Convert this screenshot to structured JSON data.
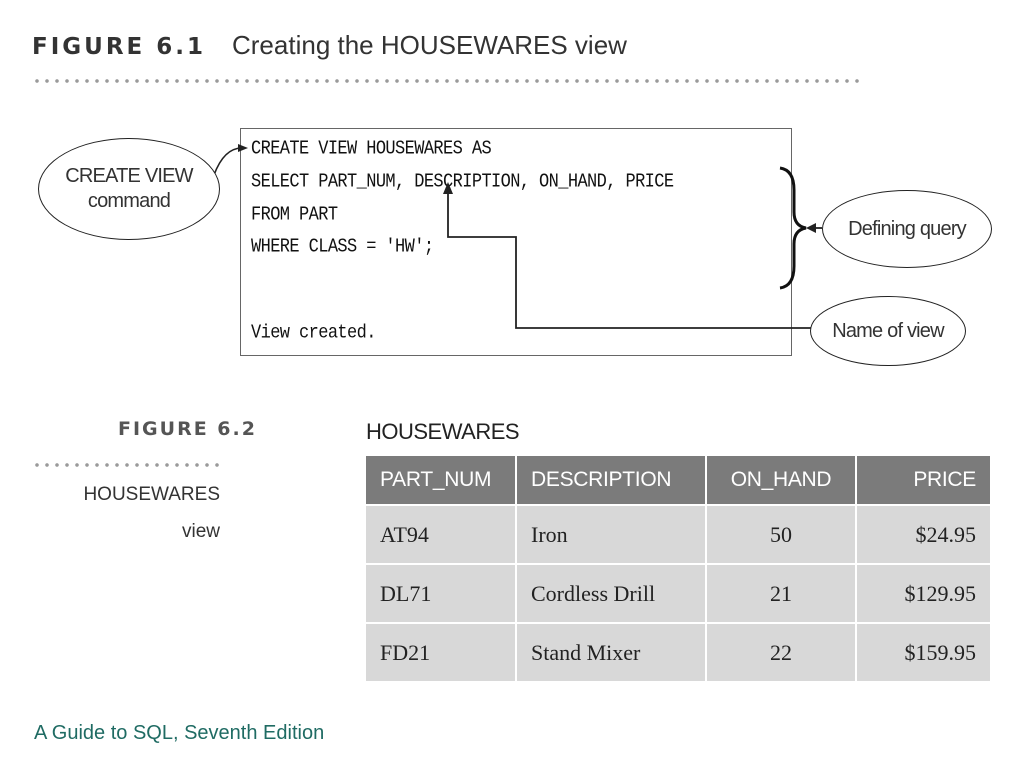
{
  "figure1": {
    "number": "FIGURE 6.1",
    "caption": "Creating the HOUSEWARES view",
    "code_lines": [
      "CREATE VIEW HOUSEWARES AS",
      "SELECT PART_NUM, DESCRIPTION, ON_HAND, PRICE",
      "FROM PART",
      "WHERE CLASS = 'HW';",
      "",
      "View created."
    ],
    "callouts": {
      "create_view_line1": "CREATE VIEW",
      "create_view_line2": "command",
      "defining_query": "Defining query",
      "name_of_view": "Name of view"
    }
  },
  "figure2": {
    "number": "FIGURE 6.2",
    "caption_line1": "HOUSEWARES",
    "caption_line2": "view",
    "table_title": "HOUSEWARES",
    "columns": [
      "PART_NUM",
      "DESCRIPTION",
      "ON_HAND",
      "PRICE"
    ],
    "rows": [
      [
        "AT94",
        "Iron",
        "50",
        "$24.95"
      ],
      [
        "DL71",
        "Cordless Drill",
        "21",
        "$129.95"
      ],
      [
        "FD21",
        "Stand Mixer",
        "22",
        "$159.95"
      ]
    ]
  },
  "footer": "A Guide to SQL, Seventh Edition",
  "colors": {
    "header_bg": "#7b7b7b",
    "cell_bg": "#d8d8d8",
    "footer_text": "#1f6b63"
  }
}
